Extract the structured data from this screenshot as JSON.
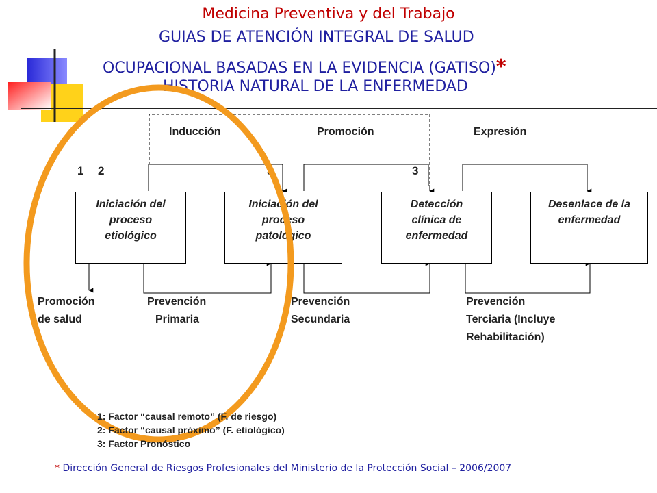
{
  "header": {
    "title": "Medicina Preventiva y del Trabajo",
    "line1": "GUIAS DE ATENCIÓN INTEGRAL DE SALUD",
    "line2": "OCUPACIONAL BASADAS EN LA EVIDENCIA (GATISO)",
    "line2_star": "*",
    "line3": "HISTORIA NATURAL DE LA ENFERMEDAD"
  },
  "phases": {
    "induccion": "Inducción",
    "promocion": "Promoción",
    "expresion": "Expresión"
  },
  "numbers": {
    "n1": "1",
    "n2": "2",
    "n3a": "3",
    "n3b": "3"
  },
  "boxes": [
    {
      "line1": "Iniciación del",
      "line2": "proceso",
      "line3": "etiológico"
    },
    {
      "line1": "Iniciación del",
      "line2": "proceso",
      "line3": "patológico"
    },
    {
      "line1": "Detección",
      "line2": "clínica de",
      "line3": "enfermedad"
    },
    {
      "line1": "Desenlace de la",
      "line2": "enfermedad",
      "line3": ""
    }
  ],
  "prevention": {
    "promocion_salud": {
      "line1": "Promoción",
      "line2": "de salud"
    },
    "primaria": {
      "line1": "Prevención",
      "line2": "Primaria"
    },
    "secundaria": {
      "line1": "Prevención",
      "line2": "Secundaria"
    },
    "terciaria": {
      "line1": "Prevención",
      "line2": "Terciaria (Incluye",
      "line3": "Rehabilitación)"
    }
  },
  "legend": {
    "l1": "1: Factor “causal remoto” (F. de riesgo)",
    "l2": "2: Factor “causal próximo” (F. etiológico)",
    "l3": "3: Factor Pronóstico"
  },
  "footer": {
    "star": "*",
    "text": "Dirección General de Riesgos Profesionales del Ministerio de la Protección Social – 2006/2007"
  },
  "colors": {
    "title_red": "#c00000",
    "subtitle_blue": "#2020a0",
    "circle_orange": "#f39a1e",
    "deco_blue": "#2a2ad8",
    "deco_yellow": "#ffd21a",
    "deco_red": "#ff3b3b"
  }
}
